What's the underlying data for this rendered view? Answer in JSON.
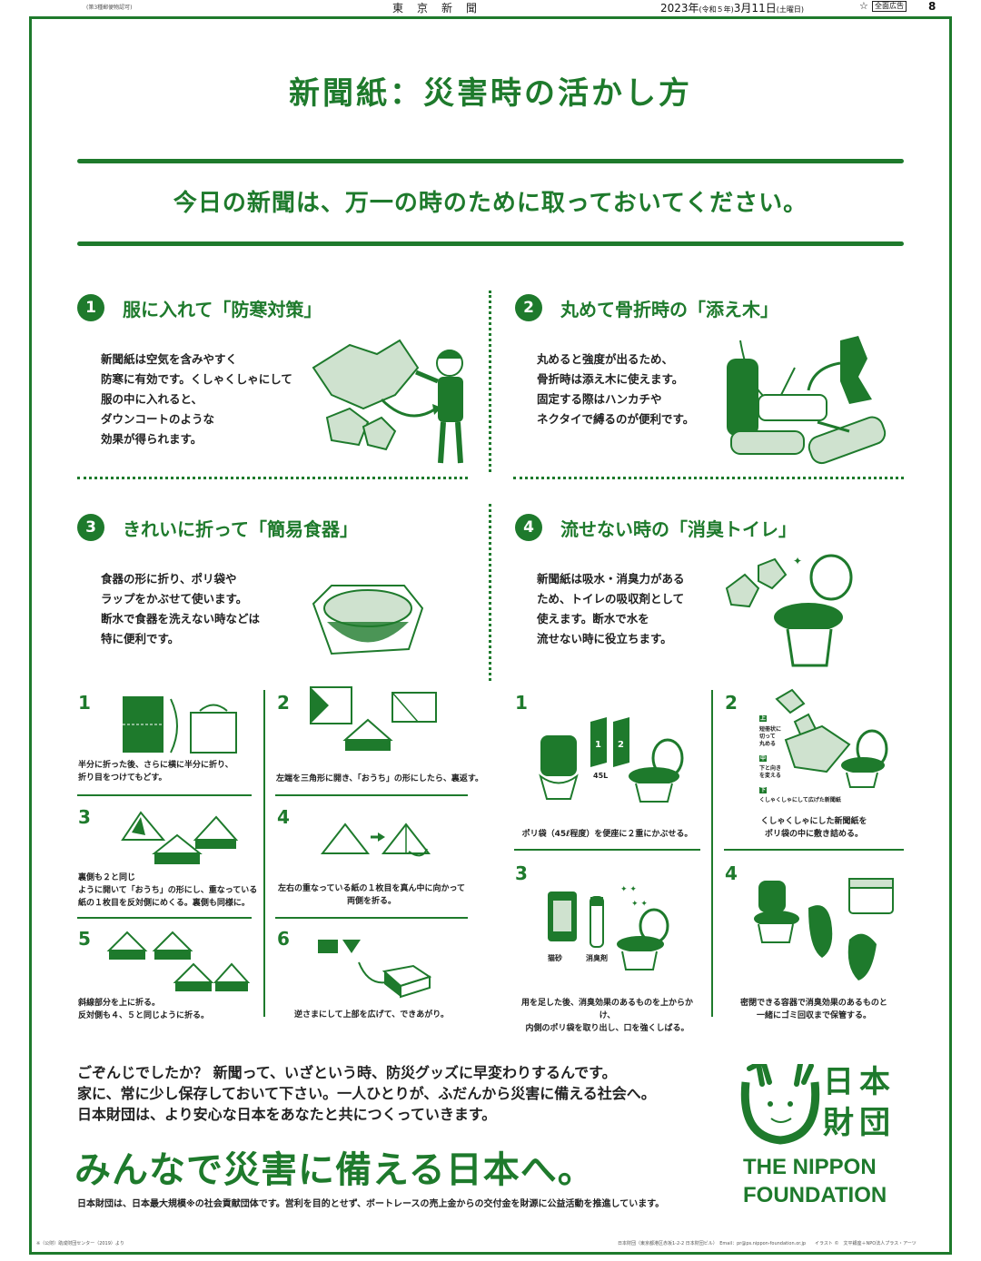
{
  "masthead": {
    "permit": "(第3種郵便物認可)",
    "paper_name": "東京新聞",
    "date": "2023年",
    "date_era": "(令和５年)",
    "date_day": "3月11日",
    "date_weekday": "(土曜日)",
    "star": "☆",
    "ad_label": "全面広告",
    "page": "8"
  },
  "title": "新聞紙：災害時の活かし方",
  "subtitle": "今日の新聞は、万一の時のために取っておいてください。",
  "sections": [
    {
      "num": "1",
      "heading": "服に入れて「防寒対策」",
      "text": "新聞紙は空気を含みやすく\n防寒に有効です。くしゃくしゃにして\n服の中に入れると、\nダウンコートのような\n効果が得られます。"
    },
    {
      "num": "2",
      "heading": "丸めて骨折時の「添え木」",
      "text": "丸めると強度が出るため、\n骨折時は添え木に使えます。\n固定する際はハンカチや\nネクタイで縛るのが便利です。"
    },
    {
      "num": "3",
      "heading": "きれいに折って「簡易食器」",
      "text": "食器の形に折り、ポリ袋や\nラップをかぶせて使います。\n断水で食器を洗えない時などは\n特に便利です。"
    },
    {
      "num": "4",
      "heading": "流せない時の「消臭トイレ」",
      "text": "新聞紙は吸水・消臭力がある\nため、トイレの吸収剤として\n使えます。断水で水を\n流せない時に役立ちます。"
    }
  ],
  "fold_steps": [
    {
      "n": "1",
      "caption": "半分に折った後、さらに横に半分に折り、\n折り目をつけてもどす。"
    },
    {
      "n": "2",
      "caption": "左端を三角形に開き、「おうち」の形にしたら、裏返す。"
    },
    {
      "n": "3",
      "caption": "裏側も２と同じ\nように開いて「おうち」の形にし、重なっている\n紙の１枚目を反対側にめくる。裏側も同様に。"
    },
    {
      "n": "4",
      "caption": "左右の重なっている紙の１枚目を真ん中に向かって\n両側を折る。"
    },
    {
      "n": "5",
      "caption": "斜線部分を上に折る。\n反対側も４、５と同じように折る。"
    },
    {
      "n": "6",
      "caption": "逆さまにして上部を広げて、できあがり。"
    }
  ],
  "toilet_steps": [
    {
      "n": "1",
      "caption": "ポリ袋（45ℓ程度）を便座に２重にかぶせる。",
      "bag1": "1",
      "bag2": "2",
      "size": "45L"
    },
    {
      "n": "2",
      "caption": "くしゃくしゃにした新聞紙を\nポリ袋の中に敷き詰める。",
      "label_top_mark": "上",
      "label_top": "短冊状に\n切って\n丸める",
      "label_mid_mark": "中",
      "label_mid": "下と向き\nを変える",
      "label_bot_mark": "下",
      "label_bot": "くしゃくしゃにして広げた新聞紙"
    },
    {
      "n": "3",
      "caption": "用を足した後、消臭効果のあるものを上からかけ、\n内側のポリ袋を取り出し、口を強くしばる。",
      "item1": "猫砂",
      "item2": "消臭剤"
    },
    {
      "n": "4",
      "caption": "密閉できる容器で消臭効果のあるものと\n一緒にゴミ回収まで保管する。"
    }
  ],
  "bottom_text": "ごぞんじでしたか？ 新聞って、いざという時、防災グッズに早変わりするんです。\n家に、常に少し保存しておいて下さい。一人ひとりが、ふだんから災害に備える社会へ。\n日本財団は、より安心な日本をあなたと共につくっていきます。",
  "slogan": "みんなで災害に備える日本へ。",
  "note": "日本財団は、日本最大規模※の社会貢献団体です。営利を目的とせず、ボートレースの売上金からの交付金を財源に公益活動を推進しています。",
  "footnote_left": "※（公財）助成財団センター（2019）より",
  "footnote_right": "日本財団（東京都港区赤坂1-2-2 日本財団ビル）　Email：pr@ps.nippon-foundation.or.jp　　イラスト ©　文平銀座＋NPO法人プラス・アーツ",
  "logo": {
    "jp_line1": "日本",
    "jp_line2": "財団",
    "en_line1": "THE NIPPON",
    "en_line2": "FOUNDATION"
  },
  "colors": {
    "brand_green": "#1e7a2c"
  }
}
